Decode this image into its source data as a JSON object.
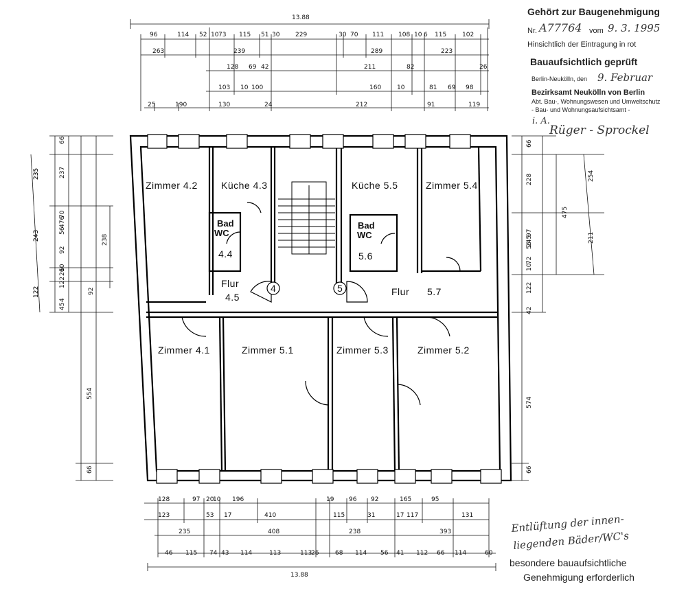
{
  "stamp": {
    "title": "Gehört zur Baugenehmigung",
    "nr_label": "Nr.",
    "nr_value": "A77764",
    "vom_label": "vom",
    "vom_value": "9. 3. 1995",
    "hinsichtlich": "Hinsichtlich der Eintragung in rot",
    "geprueft": "Bauaufsichtlich geprüft",
    "berlin_line": "Berlin-Neukölln, den",
    "berlin_date": "9. Februar",
    "bezirksamt": "Bezirksamt Neukölln von Berlin",
    "abt": "Abt. Bau-, Wohnungswesen und Umweltschutz",
    "abt2": "- Bau- und Wohnungsaufsichtsamt -",
    "ia": "i. A.",
    "signature": "Rüger - Sprockel"
  },
  "note": {
    "line1": "Entlüftung der innen-",
    "line2": "liegenden Bäder/WC's",
    "line3": "besondere bauaufsichtliche",
    "line4": "Genehmigung erforderlich"
  },
  "rooms": {
    "z42": "Zimmer 4.2",
    "k43": "Küche 4.3",
    "bad44": "Bad",
    "wc44": "WC",
    "n44": "4.4",
    "flur45a": "Flur",
    "flur45b": "4.5",
    "k55": "Küche 5.5",
    "z54": "Zimmer 5.4",
    "bad56": "Bad",
    "wc56": "WC",
    "n56": "5.6",
    "flur57a": "Flur",
    "flur57b": "5.7",
    "z41": "Zimmer 4.1",
    "z51": "Zimmer 5.1",
    "z53": "Zimmer 5.3",
    "z52": "Zimmer 5.2",
    "c4": "4",
    "c5": "5"
  },
  "dims": {
    "total_top": "13.88",
    "total_bottom": "13.88",
    "top_r1": [
      "96",
      "114",
      "52",
      "10",
      "73",
      "115",
      "51",
      "30",
      "229",
      "30",
      "70",
      "111",
      "108",
      "10",
      "6",
      "115",
      "102"
    ],
    "top_r2": [
      "263",
      "239",
      "289",
      "223"
    ],
    "top_r3": [
      "128",
      "69",
      "42",
      "211",
      "82",
      "26"
    ],
    "top_r4": [
      "103",
      "10",
      "100",
      "160",
      "10",
      "81",
      "69",
      "98"
    ],
    "top_r5": [
      "25",
      "190",
      "130",
      "24",
      "212",
      "91",
      "119"
    ],
    "bot_r1": [
      "128",
      "97",
      "20",
      "10",
      "196",
      "19",
      "96",
      "92",
      "165",
      "95"
    ],
    "bot_r2": [
      "123",
      "53",
      "17",
      "410",
      "115",
      "31",
      "17",
      "117",
      "131"
    ],
    "bot_r3": [
      "235",
      "408",
      "238",
      "393"
    ],
    "bot_r4": [
      "46",
      "115",
      "74",
      "43",
      "114",
      "113",
      "113",
      "26",
      "68",
      "114",
      "56",
      "41",
      "112",
      "66",
      "114",
      "60"
    ],
    "left_a": [
      "235",
      "243",
      "122"
    ],
    "left_b": [
      "66",
      "237",
      "476",
      "56",
      "70",
      "92",
      "10",
      "26",
      "122",
      "4",
      "45",
      "554",
      "66"
    ],
    "left_c": [
      "238",
      "92"
    ],
    "right_a": [
      "66",
      "228",
      "245",
      "10",
      "72",
      "56",
      "97",
      "122",
      "42",
      "574",
      "66"
    ],
    "right_b": [
      "475"
    ],
    "right_c": [
      "254",
      "211"
    ]
  }
}
